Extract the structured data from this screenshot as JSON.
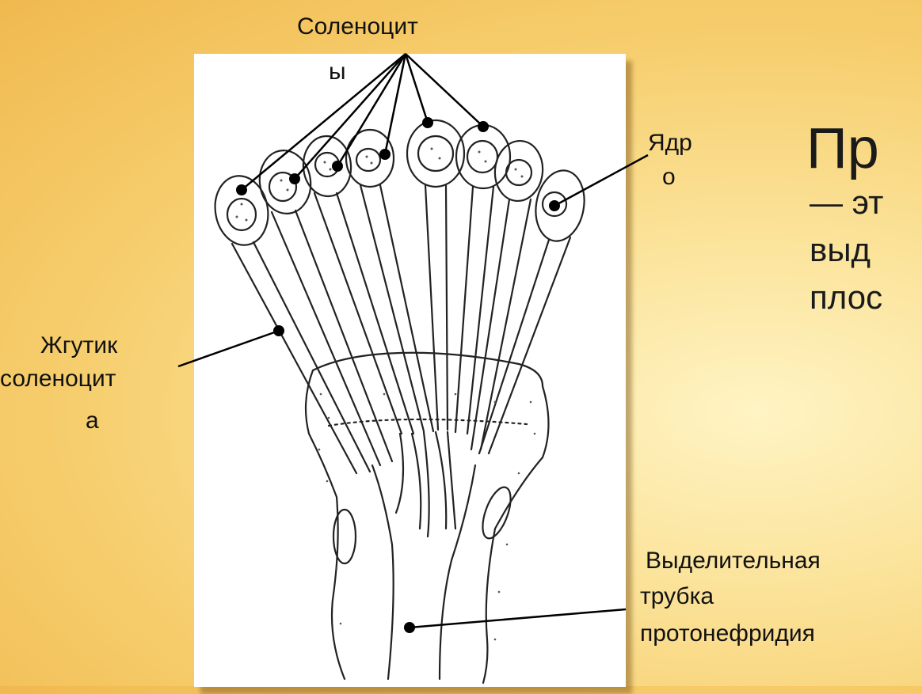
{
  "slide": {
    "title_fragment": "Пр",
    "body_lines": [
      "— эт",
      "выд",
      "плос"
    ]
  },
  "labels": {
    "solenocytes": [
      "Соленоцит",
      "ы"
    ],
    "nucleus": [
      "Ядр",
      "о"
    ],
    "flagellum": [
      "Жгутик",
      "соленоцит",
      "а"
    ],
    "tube": [
      "Выделительная",
      "трубка",
      "протонефридия"
    ]
  },
  "colors": {
    "accent": "#f4c45c",
    "ink": "#111111"
  }
}
